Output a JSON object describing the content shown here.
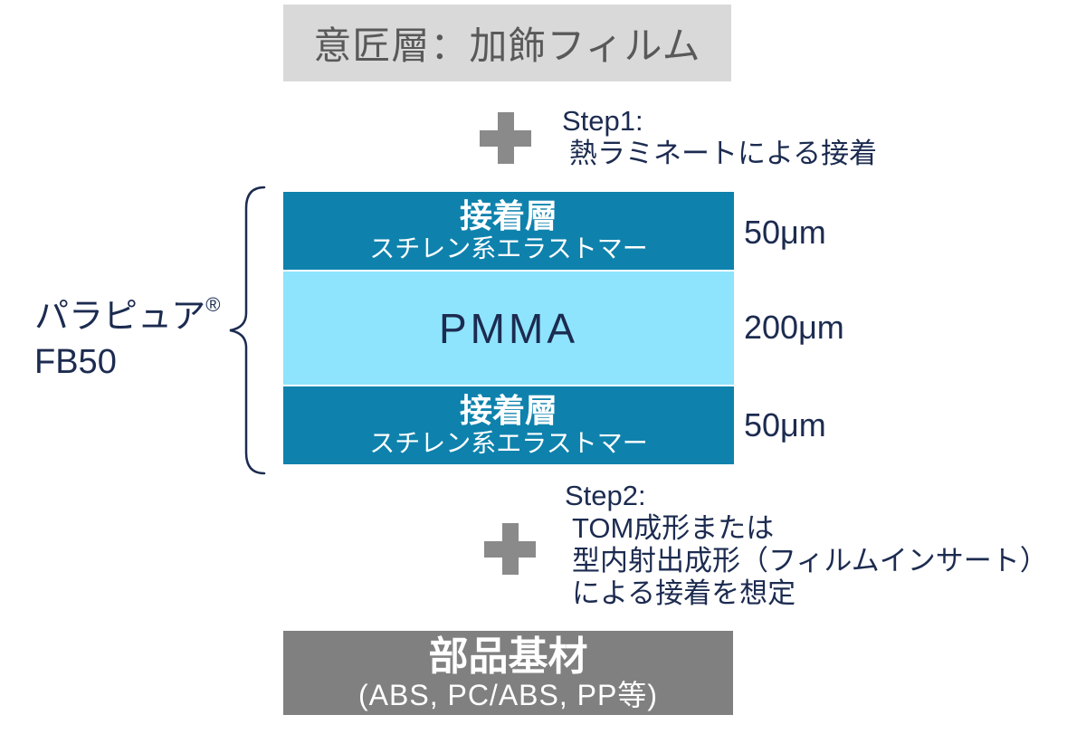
{
  "design_layer_box": {
    "label": "意匠層：加飾フィルム"
  },
  "step1": {
    "title": "Step1:",
    "line1": "熱ラミネートによる接着"
  },
  "film": {
    "product_name": "パラピュア",
    "registered_mark": "®",
    "product_grade": "FB50",
    "layers": [
      {
        "name": "接着層",
        "material": "スチレン系エラストマー",
        "thickness": "50μm"
      },
      {
        "name": "PMMA",
        "material": "",
        "thickness": "200μm"
      },
      {
        "name": "接着層",
        "material": "スチレン系エラストマー",
        "thickness": "50μm"
      }
    ]
  },
  "step2": {
    "title": "Step2:",
    "lines": [
      "TOM成形または",
      "型内射出成形（フィルムインサート）",
      "による接着を想定"
    ]
  },
  "substrate_box": {
    "title": "部品基材",
    "subtitle": "(ABS, PC/ABS, PP等)"
  },
  "colors": {
    "navy_text": "#1c2b50",
    "adhesive_teal": "#0e82ad",
    "pmma_sky": "#8ee4fd",
    "design_box_gray": "#d9d9d9",
    "design_box_text": "#595959",
    "substrate_gray": "#808080",
    "plus_gray": "#8a8a8a",
    "layer_text_white": "#ffffff"
  }
}
